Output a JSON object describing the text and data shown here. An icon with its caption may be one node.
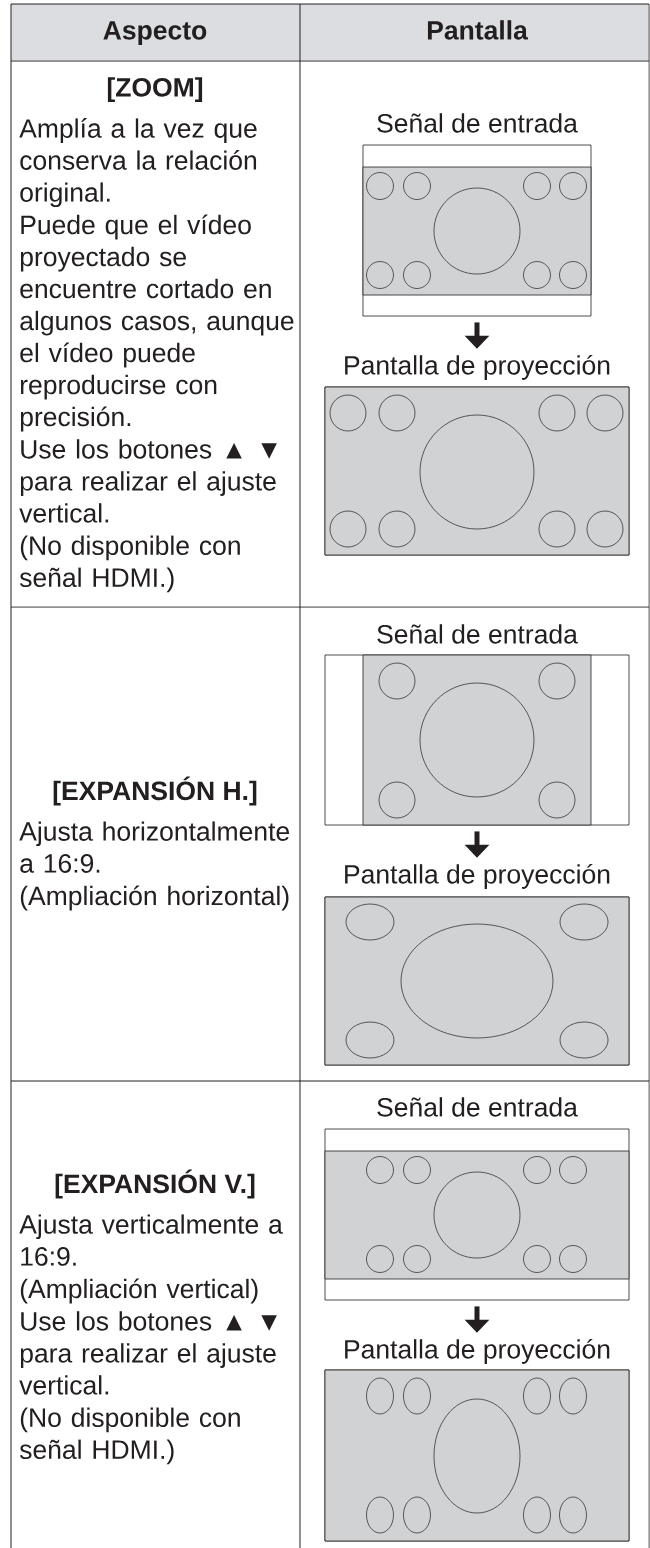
{
  "diagram": {
    "nodes": [
      {
        "text": [
          "Señal de entrada"
        ]
      },
      {
        "text": [
          "Pantalla de proyección"
        ]
      },
      {
        "text": [
          "Señal de entrada"
        ]
      },
      {
        "text": [
          "Pantalla de proyección"
        ]
      },
      {
        "text": [
          "Señal de entrada"
        ]
      },
      {
        "text": [
          "Pantalla de proyección"
        ]
      }
    ],
    "edges": [
      {
        "from": 0,
        "to": 1,
        "arrow": "to"
      },
      {
        "from": 2,
        "to": 3,
        "arrow": "to"
      },
      {
        "from": 4,
        "to": 5,
        "arrow": "to"
      }
    ],
    "labels": [
      "Aspecto",
      "Pantalla",
      "[ZOOM]",
      "Amplía a la vez que conserva la relación original.",
      "Puede que el vídeo proyectado se encuentre cortado en algunos casos, aunque el vídeo puede reproducirse con precisión.",
      "Use los botones ▲ ▼ para realizar el ajuste vertical.",
      "(No disponible con señal HDMI.)",
      "[EXPANSIÓN H.]",
      "Ajusta horizontalmente a 16:9.",
      "(Ampliación horizontal)",
      "[EXPANSIÓN V.]",
      "Ajusta verticalmente a 16:9.",
      "(Ampliación vertical)",
      "Use los botones ▲ ▼ para realizar el ajuste vertical.",
      "(No disponible con señal HDMI.)"
    ]
  }
}
